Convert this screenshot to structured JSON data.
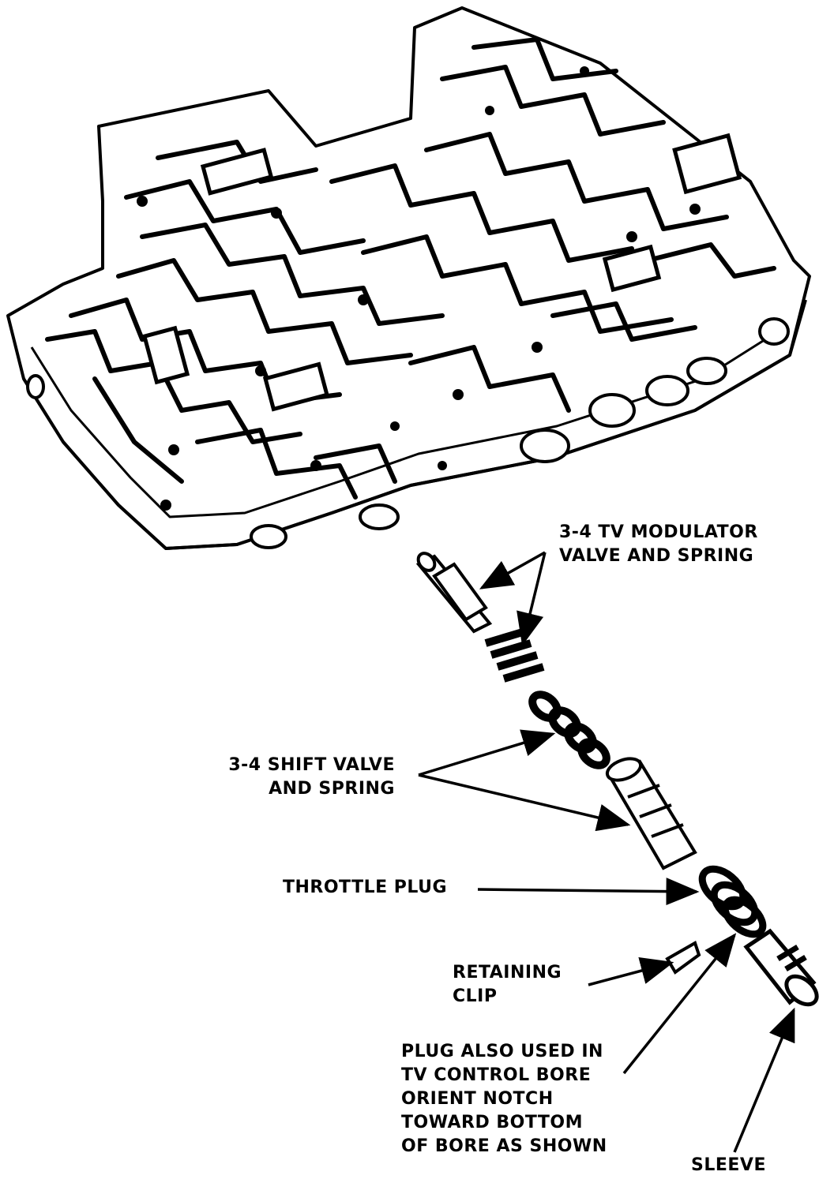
{
  "labels": {
    "tv_modulator": [
      "3-4 TV MODULATOR",
      "VALVE AND SPRING"
    ],
    "shift_valve": [
      "3-4 SHIFT VALVE",
      "AND SPRING"
    ],
    "throttle_plug": [
      "THROTTLE PLUG"
    ],
    "retaining_clip": [
      "RETAINING",
      "CLIP"
    ],
    "plug_note": [
      "PLUG ALSO USED IN",
      "TV CONTROL BORE",
      "ORIENT NOTCH",
      "TOWARD BOTTOM",
      "OF BORE AS SHOWN"
    ],
    "sleeve": [
      "SLEEVE"
    ]
  },
  "colors": {
    "ink": "#000000",
    "paper": "#ffffff"
  }
}
